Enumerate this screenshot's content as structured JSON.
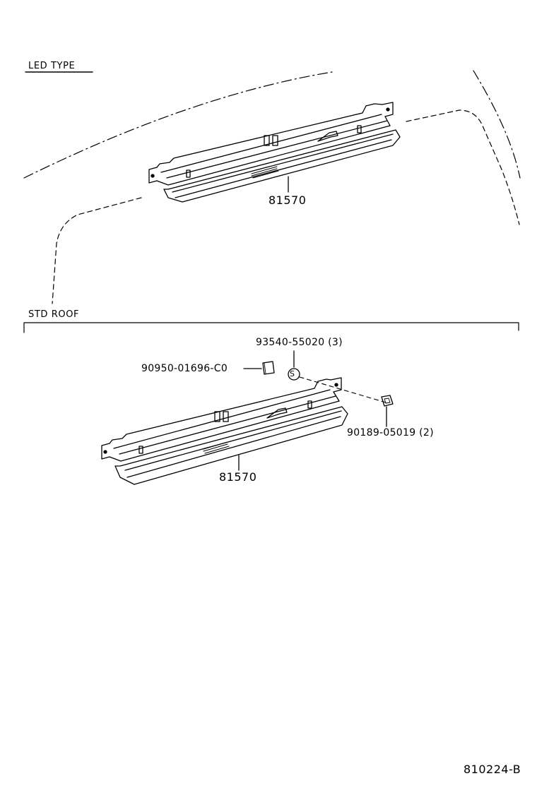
{
  "diagram": {
    "sections": {
      "led": {
        "title": "LED TYPE",
        "part_number": "81570"
      },
      "std": {
        "title": "STD ROOF",
        "part_number": "81570"
      }
    },
    "callouts": {
      "washer": "93540-55020 (3)",
      "cushion": "90950-01696-C0",
      "nut": "90189-05019 (2)"
    },
    "symbols": {
      "washer_mark": "S"
    },
    "figure_id": "810224-B"
  }
}
